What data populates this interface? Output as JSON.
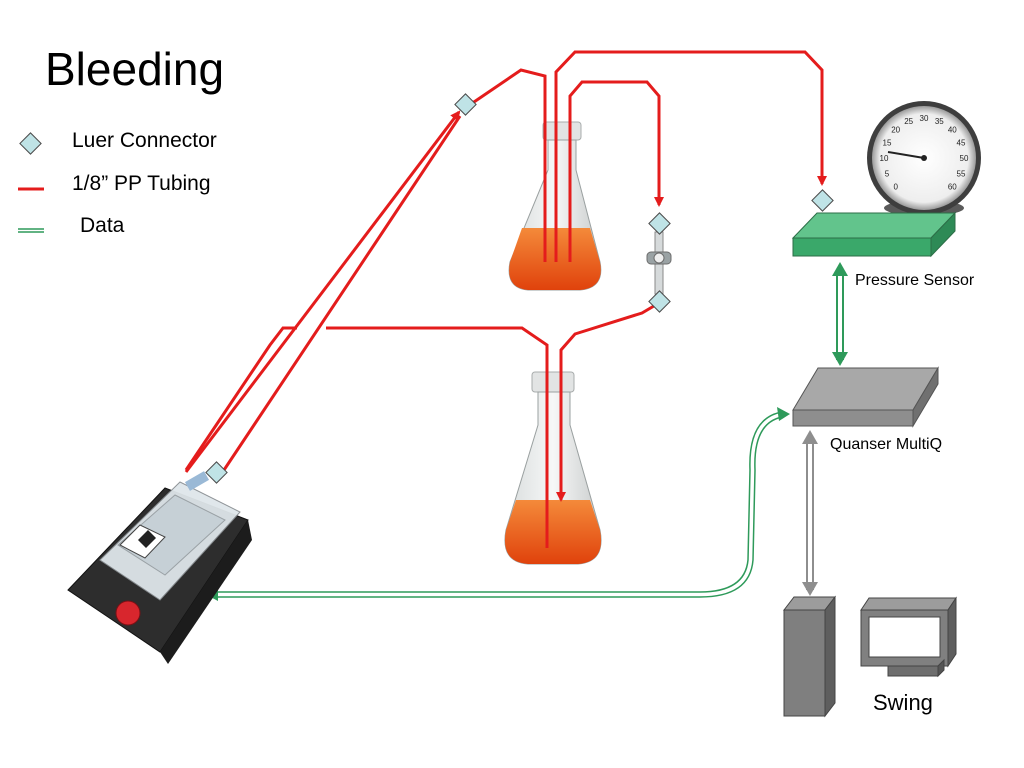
{
  "title": "Bleeding",
  "legend": {
    "connector": "Luer Connector",
    "tubing": "1/8” PP Tubing",
    "data": "Data"
  },
  "labels": {
    "pressure_sensor": "Pressure Sensor",
    "daq": "Quanser MultiQ",
    "computer": "Swing"
  },
  "gauge_ticks": [
    "0",
    "5",
    "10",
    "15",
    "20",
    "25",
    "30",
    "35",
    "40",
    "45",
    "50",
    "55",
    "60"
  ],
  "colors": {
    "tubing": "#e41c1c",
    "data_line": "#2e9a5a",
    "connector_fill": "#bfe3e6",
    "sensor_green": "#3aa86a",
    "daq_gray": "#8e8e8e",
    "liquid": "#f0661c"
  }
}
